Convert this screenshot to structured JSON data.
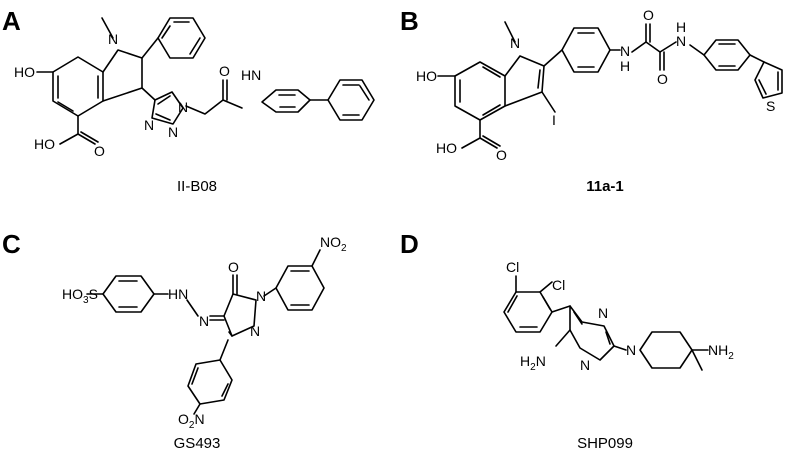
{
  "panels": [
    {
      "letter": "A",
      "caption": "II-B08",
      "caption_bold": false
    },
    {
      "letter": "B",
      "caption": "11a-1",
      "caption_bold": true
    },
    {
      "letter": "C",
      "caption": "GS493",
      "caption_bold": false
    },
    {
      "letter": "D",
      "caption": "SHP099",
      "caption_bold": false
    }
  ],
  "atoms": {
    "a": {
      "n": "N",
      "ho": "HO",
      "hooc": "HO",
      "o_acid": "O",
      "n1": "N",
      "n2": "N",
      "n3": "N",
      "hn": "HN",
      "o_amide": "O"
    },
    "b": {
      "n": "N",
      "ho": "HO",
      "hooc": "HO",
      "o_acid": "O",
      "i": "I",
      "nh1_n": "N",
      "nh1_h": "H",
      "nh2_n": "N",
      "nh2_h": "H",
      "o1": "O",
      "o2": "O",
      "s": "S"
    },
    "c": {
      "ho3s": "HO",
      "ho3s_sub": "3",
      "ho3s_s": "S",
      "hn": "N",
      "hn_h": "H",
      "n_hyd": "N",
      "o": "O",
      "n1": "N",
      "n2": "N",
      "no2_top": "NO",
      "no2_top_sub": "2",
      "o2n": "O",
      "o2n_sub": "2",
      "o2n_n": "N"
    },
    "d": {
      "cl1": "Cl",
      "cl2": "Cl",
      "n_top": "N",
      "n_bot": "N",
      "h2n": "H",
      "h2n_sub": "2",
      "h2n_n": "N",
      "n_pip": "N",
      "nh2": "NH",
      "nh2_sub": "2"
    }
  }
}
